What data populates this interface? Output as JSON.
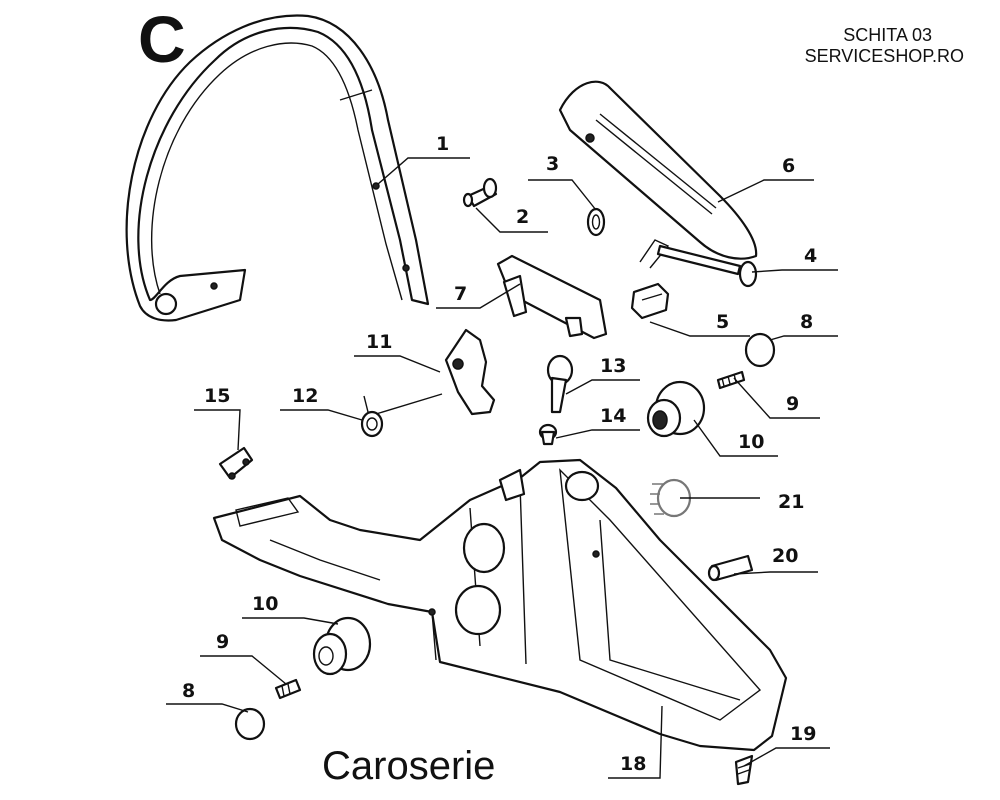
{
  "header": {
    "section_letter": "C",
    "reference_line1": "SCHITA 03",
    "reference_line2": "SERVICESHOP.RO"
  },
  "caption": "Caroserie",
  "callouts": [
    {
      "id": "c1",
      "label": "1"
    },
    {
      "id": "c2",
      "label": "2"
    },
    {
      "id": "c3",
      "label": "3"
    },
    {
      "id": "c4",
      "label": "4"
    },
    {
      "id": "c5",
      "label": "5"
    },
    {
      "id": "c6",
      "label": "6"
    },
    {
      "id": "c7",
      "label": "7"
    },
    {
      "id": "c8a",
      "label": "8"
    },
    {
      "id": "c8b",
      "label": "8"
    },
    {
      "id": "c9a",
      "label": "9"
    },
    {
      "id": "c9b",
      "label": "9"
    },
    {
      "id": "c10a",
      "label": "10"
    },
    {
      "id": "c10b",
      "label": "10"
    },
    {
      "id": "c11",
      "label": "11"
    },
    {
      "id": "c12",
      "label": "12"
    },
    {
      "id": "c13",
      "label": "13"
    },
    {
      "id": "c14",
      "label": "14"
    },
    {
      "id": "c15",
      "label": "15"
    },
    {
      "id": "c18",
      "label": "18"
    },
    {
      "id": "c19",
      "label": "19"
    },
    {
      "id": "c20",
      "label": "20"
    },
    {
      "id": "c21",
      "label": "21"
    }
  ]
}
